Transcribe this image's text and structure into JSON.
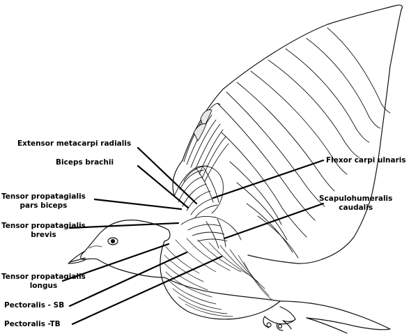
{
  "labels": {
    "extensor_metacarpi_radialis": "Extensor metacarpi radialis",
    "biceps_brachii": "Biceps brachii",
    "tensor_pars_biceps_line1": "Tensor propatagialis",
    "tensor_pars_biceps_line2": "pars biceps",
    "tensor_brevis_line1": "Tensor propatagialis",
    "tensor_brevis_line2": "brevis",
    "tensor_longus_line1": "Tensor propatagialis",
    "tensor_longus_line2": "longus",
    "pectoralis_sb": "Pectoralis - SB",
    "pectoralis_tb": "Pectoralis -TB",
    "flexor_carpi_ulnaris": "Flexor carpi ulnaris",
    "scapulohumeralis_line1": "Scapulohumeralis",
    "scapulohumeralis_line2": "caudalis"
  }
}
